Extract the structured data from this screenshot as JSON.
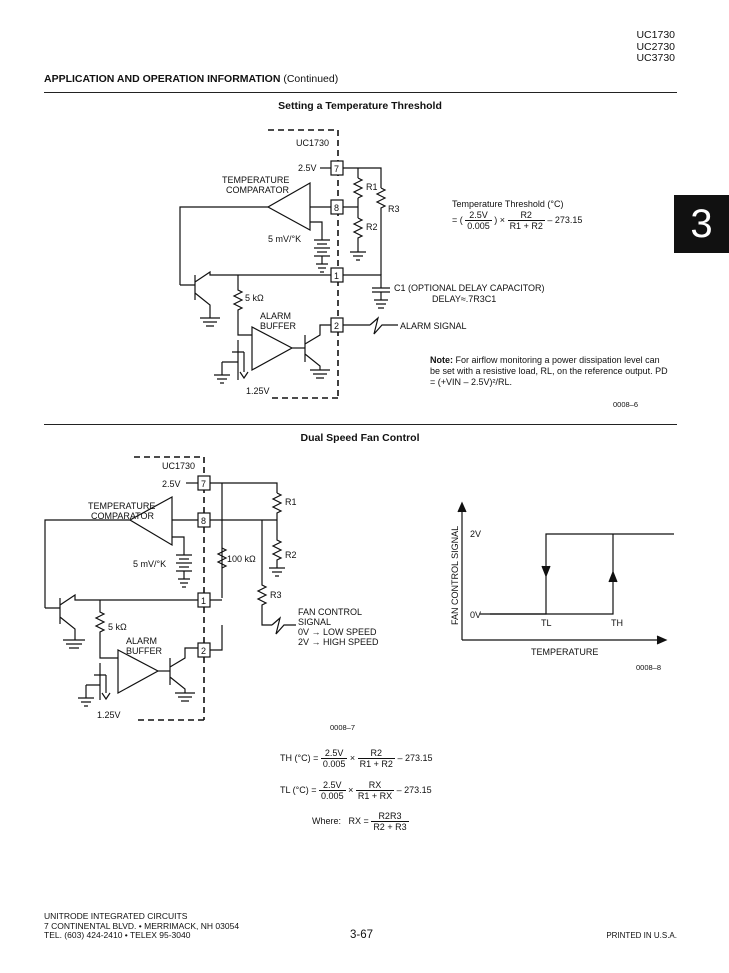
{
  "header": {
    "part_numbers": [
      "UC1730",
      "UC2730",
      "UC3730"
    ],
    "section_bold": "APPLICATION AND OPERATION INFORMATION",
    "section_rest": " (Continued)"
  },
  "tab_label": "3",
  "figure1": {
    "title": "Setting a Temperature Threshold",
    "chip": "UC1730",
    "v25": "2.5V",
    "temp_comp_1": "TEMPERATURE",
    "temp_comp_2": "COMPARATOR",
    "mv": "5 mV/°K",
    "r1": "R1",
    "r2": "R2",
    "r3": "R3",
    "pin7": "7",
    "pin8": "8",
    "pin1": "1",
    "pin2": "2",
    "r5k": "5 kΩ",
    "alarm1": "ALARM",
    "alarm2": "BUFFER",
    "v125": "1.25V",
    "cap_label": "C1 (OPTIONAL DELAY CAPACITOR)",
    "delay": "DELAY≈.7R3C1",
    "alarm_signal": "ALARM SIGNAL",
    "eq_title": "Temperature Threshold (°C)",
    "eq_num1": "2.5V",
    "eq_den1": "0.005",
    "eq_num2": "R2",
    "eq_den2": "R1 + R2",
    "eq_tail": "– 273.15",
    "note_label": "Note:",
    "note_text": "For airflow monitoring a power dissipation level can be set with a resistive load, RL, on the reference output. PD = (+VIN – 2.5V)²/RL.",
    "code": "0008–6"
  },
  "figure2": {
    "title": "Dual Speed Fan Control",
    "chip": "UC1730",
    "v25": "2.5V",
    "temp_comp_1": "TEMPERATURE",
    "temp_comp_2": "COMPARATOR",
    "mv": "5 mV/°K",
    "r100k": "100 kΩ",
    "r1": "R1",
    "r2": "R2",
    "r3": "R3",
    "pin7": "7",
    "pin8": "8",
    "pin1": "1",
    "pin2": "2",
    "r5k": "5 kΩ",
    "alarm1": "ALARM",
    "alarm2": "BUFFER",
    "v125": "1.25V",
    "fan1": "FAN CONTROL",
    "fan2": "SIGNAL",
    "fan3": "0V → LOW SPEED",
    "fan4": "2V → HIGH SPEED",
    "code": "0008–7"
  },
  "figure3": {
    "ylabel": "FAN CONTROL SIGNAL",
    "xlabel": "TEMPERATURE",
    "y_hi": "2V",
    "y_lo": "0V",
    "tl": "TL",
    "th": "TH",
    "code": "0008–8"
  },
  "equations": {
    "th_lhs": "TH (°C) =",
    "tl_lhs": "TL (°C) =",
    "n25": "2.5V",
    "d005": "0.005",
    "th_num": "R2",
    "th_den": "R1 + R2",
    "tl_num": "RX",
    "tl_den": "R1 + RX",
    "tail": "– 273.15",
    "where": "Where:",
    "rx": "RX =",
    "rx_num": "R2R3",
    "rx_den": "R2 + R3"
  },
  "footer": {
    "line1": "UNITRODE INTEGRATED CIRCUITS",
    "line2": "7 CONTINENTAL BLVD. • MERRIMACK, NH 03054",
    "line3": "TEL. (603) 424-2410 • TELEX 95-3040",
    "page": "3-67",
    "printed": "PRINTED IN U.S.A."
  }
}
